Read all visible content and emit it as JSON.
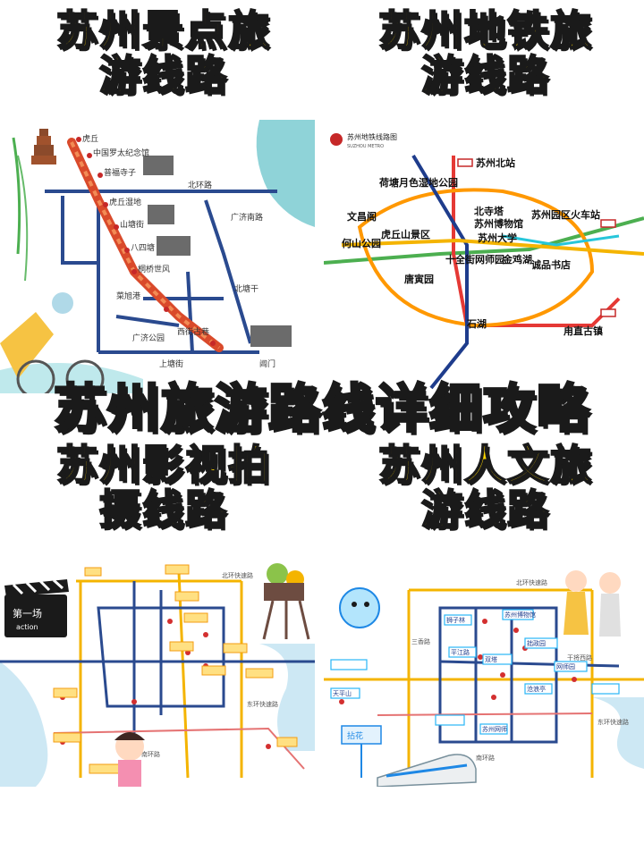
{
  "titles": {
    "top_left": [
      "苏州景点旅",
      "游线路"
    ],
    "top_right": [
      "苏州地铁旅",
      "游线路"
    ],
    "bottom_left": [
      "苏州影视拍",
      "摄线路"
    ],
    "bottom_right": [
      "苏州人文旅",
      "游线路"
    ]
  },
  "banner": "苏州旅游路线详细攻略",
  "scenic_map": {
    "roads": {
      "north_ring": "北环路",
      "south_ring": "上塘街",
      "east_1": "广济南路",
      "east_2": "北塘干"
    },
    "spots": [
      "虎丘",
      "中国罗太纪念馆",
      "普福寺子",
      "虎丘湿地",
      "山塘街",
      "八四塘",
      "桐桥世风",
      "菜旭港",
      "广济公园",
      "西街古巷",
      "阊门"
    ]
  },
  "metro_map": {
    "header": "苏州地铁线路图",
    "header_en": "SUZHOU METRO",
    "stations": [
      "苏州北站",
      "荷塘月色湿地公园",
      "北寺塔",
      "苏州博物馆",
      "苏州园区火车站",
      "文昌阁",
      "虎丘山景区",
      "苏州大学",
      "何山公园",
      "金鸡湖",
      "诚品书店",
      "十全街网师园",
      "唐寅园",
      "石湖",
      "甪直古镇"
    ],
    "colors": {
      "line1": "#4caf50",
      "line2": "#e53935",
      "line3": "#ff9800",
      "line4": "#1e3c8c",
      "line5": "#f4b400"
    }
  },
  "film_map": {
    "clapper_text": "第一场",
    "clapper_sub": "action",
    "roads": [
      "北环快速路",
      "东环快速路",
      "南环路"
    ]
  },
  "culture_map": {
    "roads": [
      "北环快速路",
      "东环快速路",
      "南环路",
      "三香路",
      "干将西路"
    ],
    "spots": [
      "狮子林",
      "苏州博物馆",
      "拙政园",
      "平江路",
      "双塔",
      "网师园",
      "沧浪亭",
      "天平山",
      "苏州网师"
    ],
    "sign": "拈花"
  }
}
